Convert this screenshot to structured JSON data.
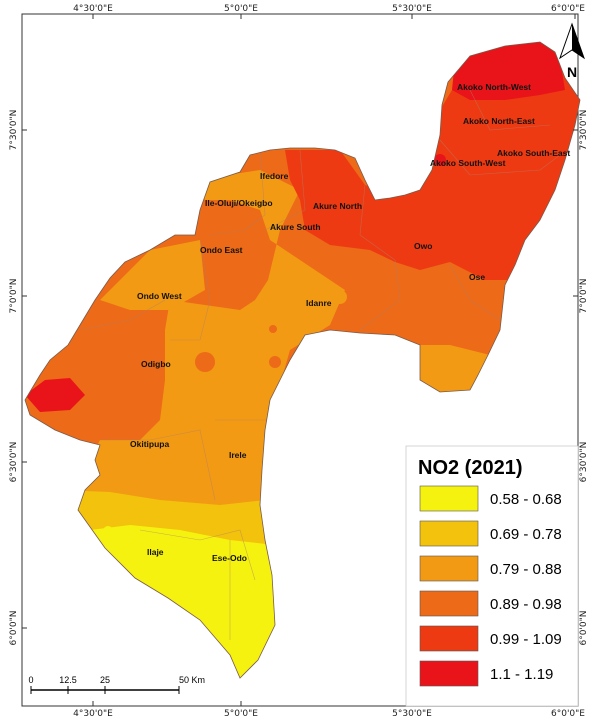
{
  "legend": {
    "title": "NO2 (2021)",
    "classes": [
      {
        "label": "0.58 - 0.68",
        "color": "#f5f20f"
      },
      {
        "label": "0.69 - 0.78",
        "color": "#f2c20c"
      },
      {
        "label": "0.79 - 0.88",
        "color": "#f29a14"
      },
      {
        "label": "0.89 - 0.98",
        "color": "#ec6a18"
      },
      {
        "label": "0.99 - 1.09",
        "color": "#ee3a12"
      },
      {
        "label": "1.1 - 1.19",
        "color": "#e8141a"
      }
    ]
  },
  "north_arrow": {
    "label": "N"
  },
  "axes": {
    "top": [
      "4°30'0\"E",
      "5°0'0\"E",
      "5°30'0\"E",
      "6°0'0\"E"
    ],
    "bottom": [
      "4°30'0\"E",
      "5°0'0\"E",
      "5°30'0\"E",
      "6°0'0\"E"
    ],
    "left": [
      "7°30'0\"N",
      "7°0'0\"N",
      "6°30'0\"N",
      "6°0'0\"N"
    ],
    "right": [
      "7°30'0\"N",
      "7°0'0\"N",
      "6°30'0\"N",
      "6°0'0\"N"
    ]
  },
  "scale_bar": {
    "ticks": [
      "0",
      "12.5",
      "25",
      "50 Km"
    ]
  },
  "lgas": [
    "Akoko North-West",
    "Akoko North-East",
    "Akoko South-East",
    "Akoko South-West",
    "Ifedore",
    "Ile-Oluji/Okeigbo",
    "Akure North",
    "Akure South",
    "Ondo East",
    "Owo",
    "Ose",
    "Ondo West",
    "Idanre",
    "Odigbo",
    "Okitipupa",
    "Irele",
    "Ilaje",
    "Ese-Odo"
  ]
}
